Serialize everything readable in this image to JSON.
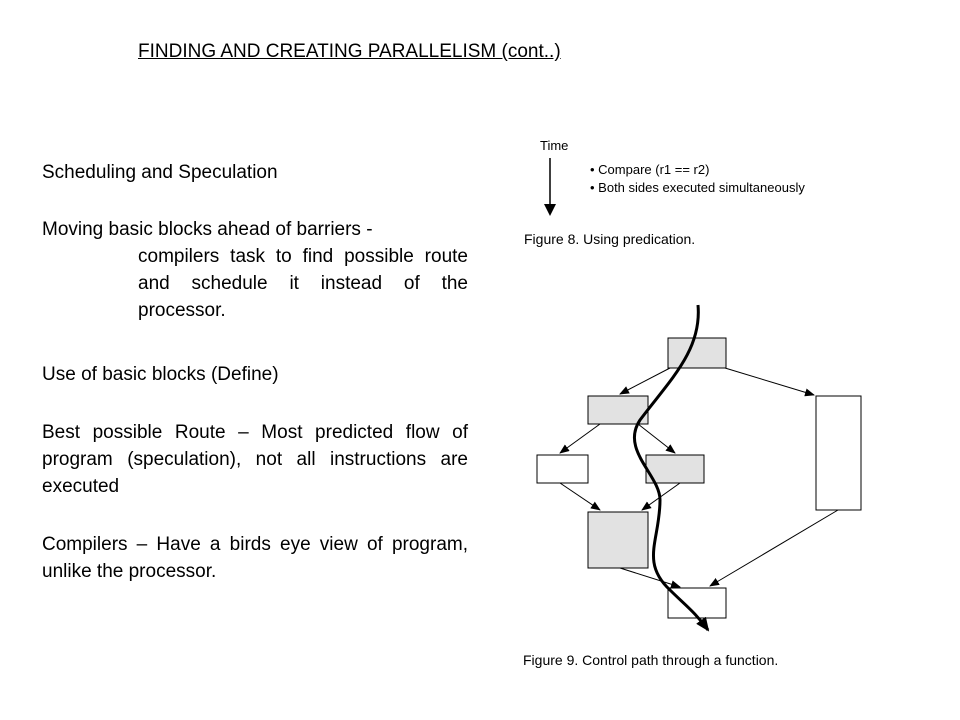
{
  "slide": {
    "title": "FINDING AND CREATING PARALLELISM (cont..)",
    "heading": "Scheduling and Speculation",
    "p1_line1": "Moving basic blocks ahead of barriers -",
    "p1_rest": "compilers task to find possible route and schedule it instead of the processor.",
    "p2": "Use of basic blocks (Define)",
    "p3": "Best possible Route – Most predicted flow of program (speculation), not all instructions are executed",
    "p4": "Compilers – Have a birds eye view of program, unlike the processor."
  },
  "figure8": {
    "time_label": "Time",
    "bullets": [
      "• Compare (r1 == r2)",
      "• Both sides executed simultaneously"
    ],
    "caption": "Figure 8. Using predication."
  },
  "figure9": {
    "caption": "Figure 9. Control path through a function.",
    "colors": {
      "shaded_block": "#e2e2e2",
      "white_block": "#ffffff",
      "line": "#000000"
    }
  }
}
